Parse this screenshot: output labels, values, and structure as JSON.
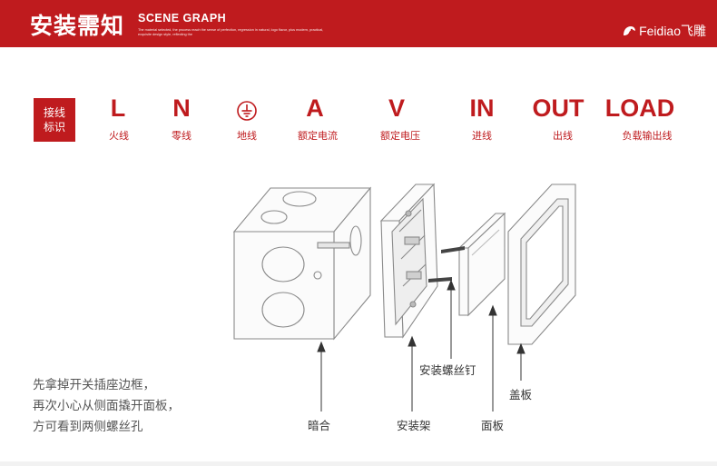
{
  "header": {
    "title": "安装需知",
    "subtitle": "SCENE GRAPH",
    "fine_print": "The material selected, the process reach the sense of perfection, regression in natural, logo flavor, plus modern, practical, exquisite design style, reflecting the",
    "brand": "Feidiao飞雕"
  },
  "legend": {
    "tag_line1": "接线",
    "tag_line2": "标识",
    "items": [
      {
        "symbol": "L",
        "label": "火线"
      },
      {
        "symbol": "N",
        "label": "零线"
      },
      {
        "symbol": "",
        "icon": "earth-icon",
        "label": "地线"
      },
      {
        "symbol": "A",
        "label": "额定电流"
      },
      {
        "symbol": "V",
        "label": "额定电压"
      },
      {
        "symbol": "IN",
        "label": "进线"
      },
      {
        "symbol": "OUT",
        "label": "出线"
      },
      {
        "symbol": "LOAD",
        "label": "负载输出线"
      }
    ]
  },
  "callouts": {
    "box": "暗合",
    "frame": "安装架",
    "screw": "安装螺丝钉",
    "panel": "面板",
    "cover": "盖板"
  },
  "note": {
    "line1": "先拿掉开关插座边框，",
    "line2": "再次小心从侧面撬开面板，",
    "line3": "方可看到两侧螺丝孔"
  },
  "colors": {
    "accent": "#bf1b1e"
  }
}
